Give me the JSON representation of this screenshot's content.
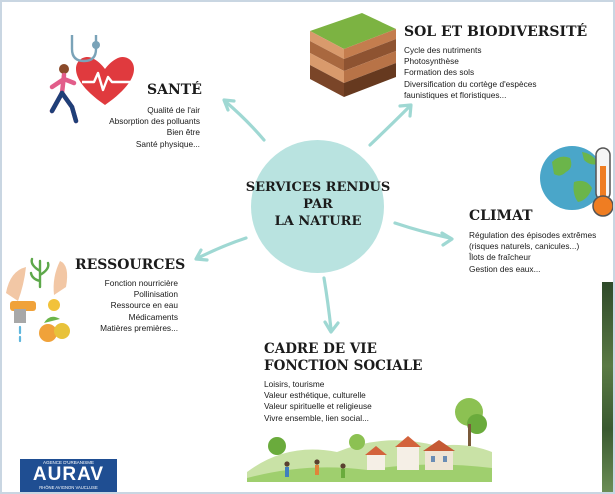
{
  "center": {
    "line1": "SERVICES RENDUS",
    "line2": "PAR",
    "line3": "LA NATURE"
  },
  "sante": {
    "title": "SANTÉ",
    "items": [
      "Qualité de l'air",
      "Absorption des polluants",
      "Bien être",
      "Santé physique..."
    ]
  },
  "sol": {
    "title": "SOL ET BIODIVERSITÉ",
    "items": [
      "Cycle des nutriments",
      "Photosynthèse",
      "Formation des sols",
      "Diversification du cortège d'espèces",
      "faunistiques et floristiques..."
    ]
  },
  "climat": {
    "title": "CLIMAT",
    "items": [
      "Régulation des épisodes extrêmes",
      "(risques naturels, canicules...)",
      "Îlots de fraîcheur",
      "Gestion des eaux..."
    ]
  },
  "ressources": {
    "title": "RESSOURCES",
    "items": [
      "Fonction nourricière",
      "Pollinisation",
      "Ressource en eau",
      "Médicaments",
      "Matières premières..."
    ]
  },
  "cadre": {
    "title_line1": "CADRE DE VIE",
    "title_line2": "FONCTION SOCIALE",
    "items": [
      "Loisirs, tourisme",
      "Valeur esthétique, culturelle",
      "Valeur spirituelle et religieuse",
      "Vivre ensemble, lien social..."
    ]
  },
  "logo": {
    "small": "AGENCE D'URBANISME",
    "main": "AURAV",
    "sub": "RHÔNE AVIGNON VAUCLUSE"
  },
  "colors": {
    "center_circle": "#b9e3e0",
    "arrow": "#9fd8d3",
    "logo_bg": "#1f4e92",
    "heart": "#e03a3e"
  }
}
